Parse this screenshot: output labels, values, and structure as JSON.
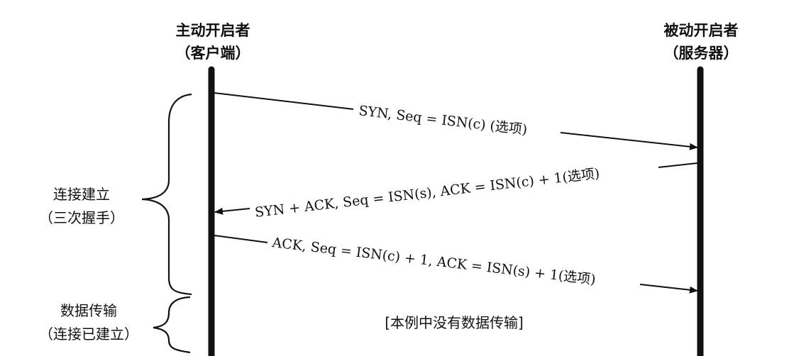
{
  "participants": {
    "client": {
      "title": "主动开启者",
      "subtitle": "（客户端）"
    },
    "server": {
      "title": "被动开启者",
      "subtitle": "（服务器）"
    }
  },
  "phases": {
    "setup": {
      "title": "连接建立",
      "subtitle": "（三次握手）"
    },
    "data": {
      "title": "数据传输",
      "subtitle": "（连接已建立）"
    }
  },
  "messages": [
    {
      "from": "client",
      "to": "server",
      "label": "SYN, Seq = ISN(c) (选项)"
    },
    {
      "from": "server",
      "to": "client",
      "label": "SYN + ACK, Seq = ISN(s), ACK = ISN(c) + 1(选项)"
    },
    {
      "from": "client",
      "to": "server",
      "label": "ACK, Seq = ISN(c) + 1, ACK = ISN(s) + 1(选项)"
    }
  ],
  "notes": {
    "data_transfer": "[本例中没有数据传输]"
  }
}
